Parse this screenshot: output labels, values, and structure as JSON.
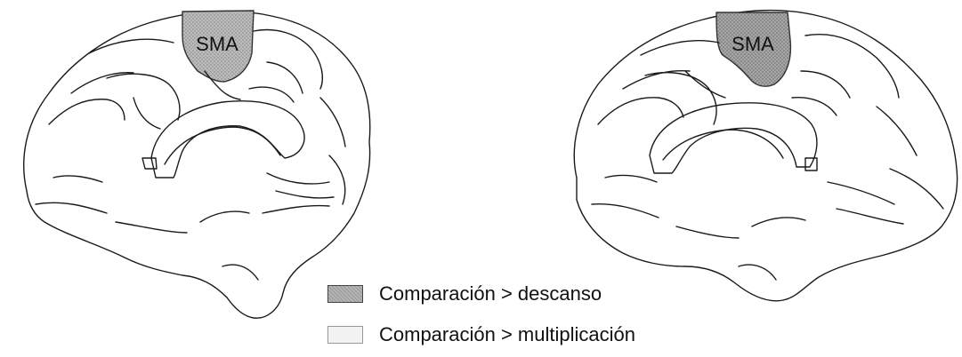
{
  "figure": {
    "left_brain": {
      "region_label": "SMA"
    },
    "right_brain": {
      "region_label": "SMA"
    }
  },
  "legend": {
    "items": [
      {
        "label": "Comparación > descanso",
        "swatch_color": "#a9a9a9"
      },
      {
        "label": "Comparación > multiplicación",
        "swatch_color": "#f2f2f2"
      }
    ]
  },
  "colors": {
    "outline": "#1a1a1a",
    "sma_fill_left": "#b3b3b3",
    "sma_fill_right": "#9e9e9e"
  }
}
